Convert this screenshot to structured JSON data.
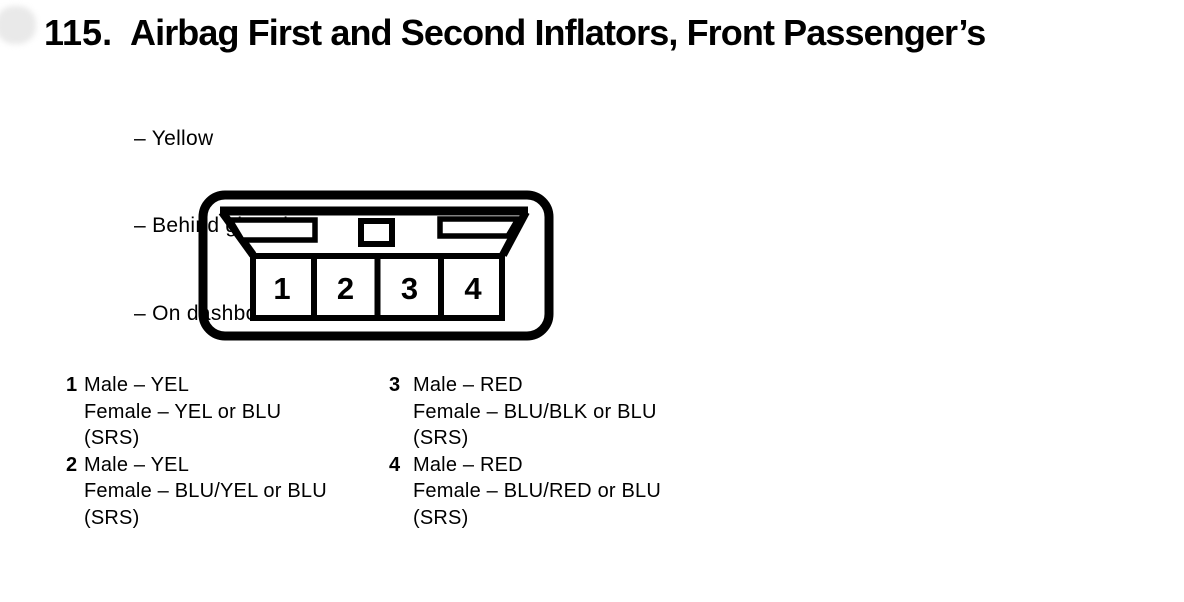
{
  "page": {
    "number": "115.",
    "title": "Airbag First and Second Inflators, Front Passenger’s",
    "notes": [
      "– Yellow",
      "– Behind glove box",
      "– On dashboard wire harness B"
    ]
  },
  "connector": {
    "pins": [
      "1",
      "2",
      "3",
      "4"
    ]
  },
  "legend": {
    "entries": [
      {
        "pin": "1",
        "lines": [
          "Male – YEL",
          "Female – YEL or BLU",
          "(SRS)"
        ]
      },
      {
        "pin": "2",
        "lines": [
          "Male – YEL",
          "Female – BLU/YEL or BLU",
          "(SRS)"
        ]
      },
      {
        "pin": "3",
        "lines": [
          "Male – RED",
          "Female – BLU/BLK or BLU",
          "(SRS)"
        ]
      },
      {
        "pin": "4",
        "lines": [
          "Male – RED",
          "Female – BLU/RED or BLU",
          "(SRS)"
        ]
      }
    ]
  },
  "colors": {
    "ink": "#000000",
    "background": "#ffffff"
  }
}
